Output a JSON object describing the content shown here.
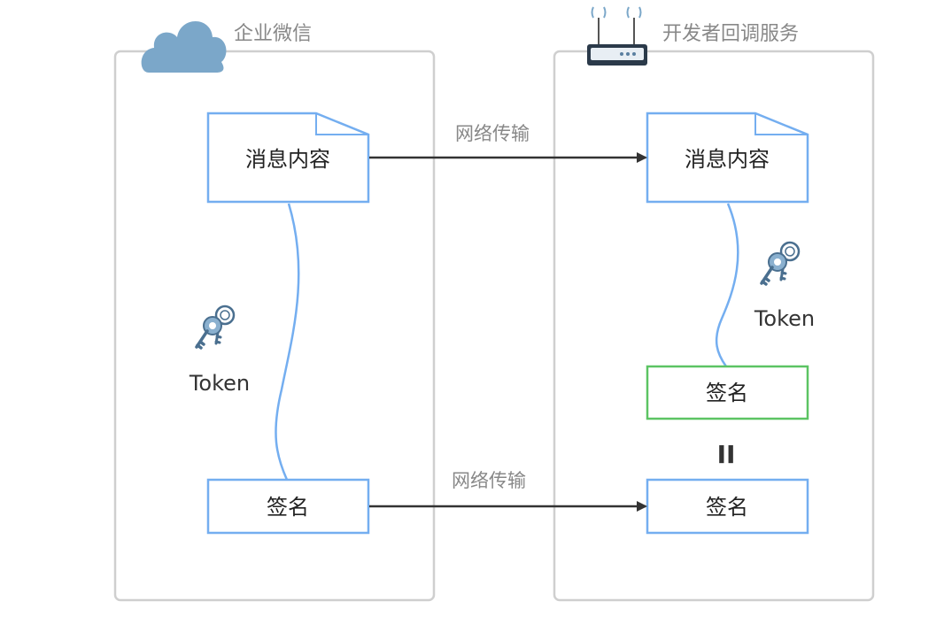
{
  "left_panel": {
    "title": "企业微信",
    "message_box": "消息内容",
    "key_label": "Token",
    "signature_box": "签名"
  },
  "right_panel": {
    "title": "开发者回调服务",
    "message_box": "消息内容",
    "key_label": "Token",
    "computed_signature_box": "签名",
    "equals_sign": "II",
    "received_signature_box": "签名"
  },
  "arrows": {
    "message_transfer": "网络传输",
    "signature_transfer": "网络传输"
  },
  "icons": {
    "left_panel_icon": "cloud-icon",
    "right_panel_icon": "router-icon",
    "key_icon": "keys-icon"
  },
  "colors": {
    "panel_border": "#cfcfcf",
    "box_border_blue": "#74aef0",
    "box_border_green": "#5cc463",
    "curve": "#74aef0",
    "arrow": "#333333",
    "label_gray": "#888888",
    "cloud": "#7ba7c9",
    "key": "#6a8fb0"
  }
}
